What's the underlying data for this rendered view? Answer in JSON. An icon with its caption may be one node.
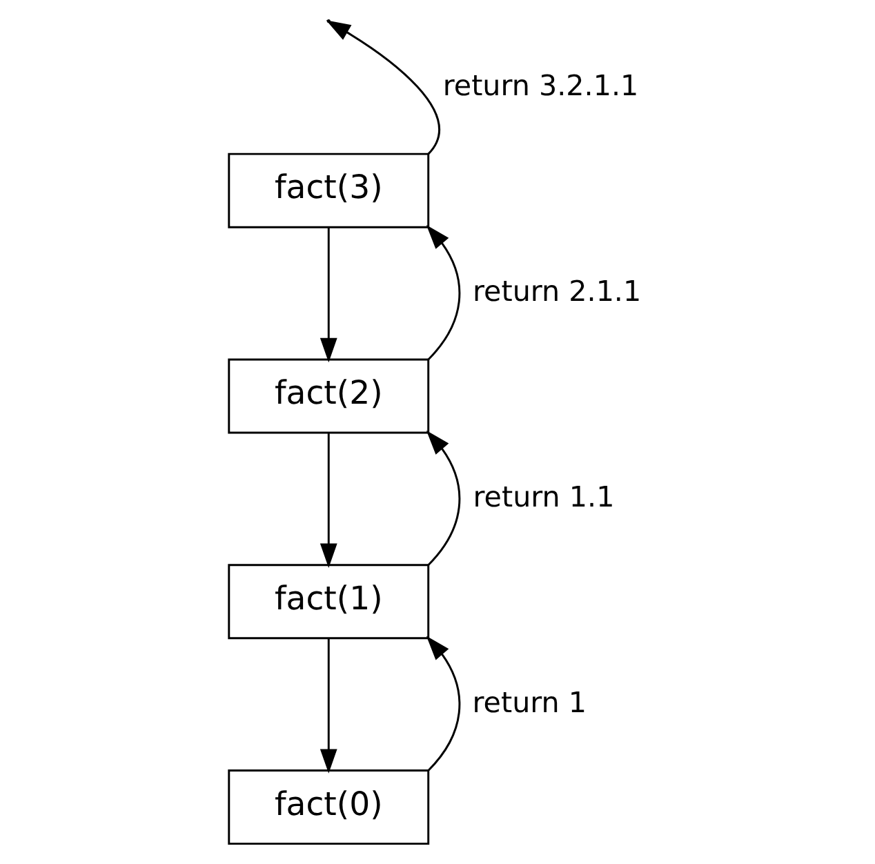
{
  "diagram": {
    "nodes": [
      {
        "text": [
          "fact(3)"
        ]
      },
      {
        "text": [
          "fact(2)"
        ]
      },
      {
        "text": [
          "fact(1)"
        ]
      },
      {
        "text": [
          "fact(0)"
        ]
      }
    ],
    "edges": [
      {
        "from": 0,
        "to": 1,
        "arrow": "to"
      },
      {
        "from": 1,
        "to": 2,
        "arrow": "to"
      },
      {
        "from": 2,
        "to": 3,
        "arrow": "to"
      },
      {
        "from": 3,
        "to": 2,
        "arrow": "to",
        "label": "return 1"
      },
      {
        "from": 2,
        "to": 1,
        "arrow": "to",
        "label": "return 1.1"
      },
      {
        "from": 1,
        "to": 0,
        "arrow": "to",
        "label": "return 2.1.1"
      },
      {
        "from": 0,
        "to": null,
        "arrow": "to",
        "label": "return 3.2.1.1"
      }
    ]
  }
}
